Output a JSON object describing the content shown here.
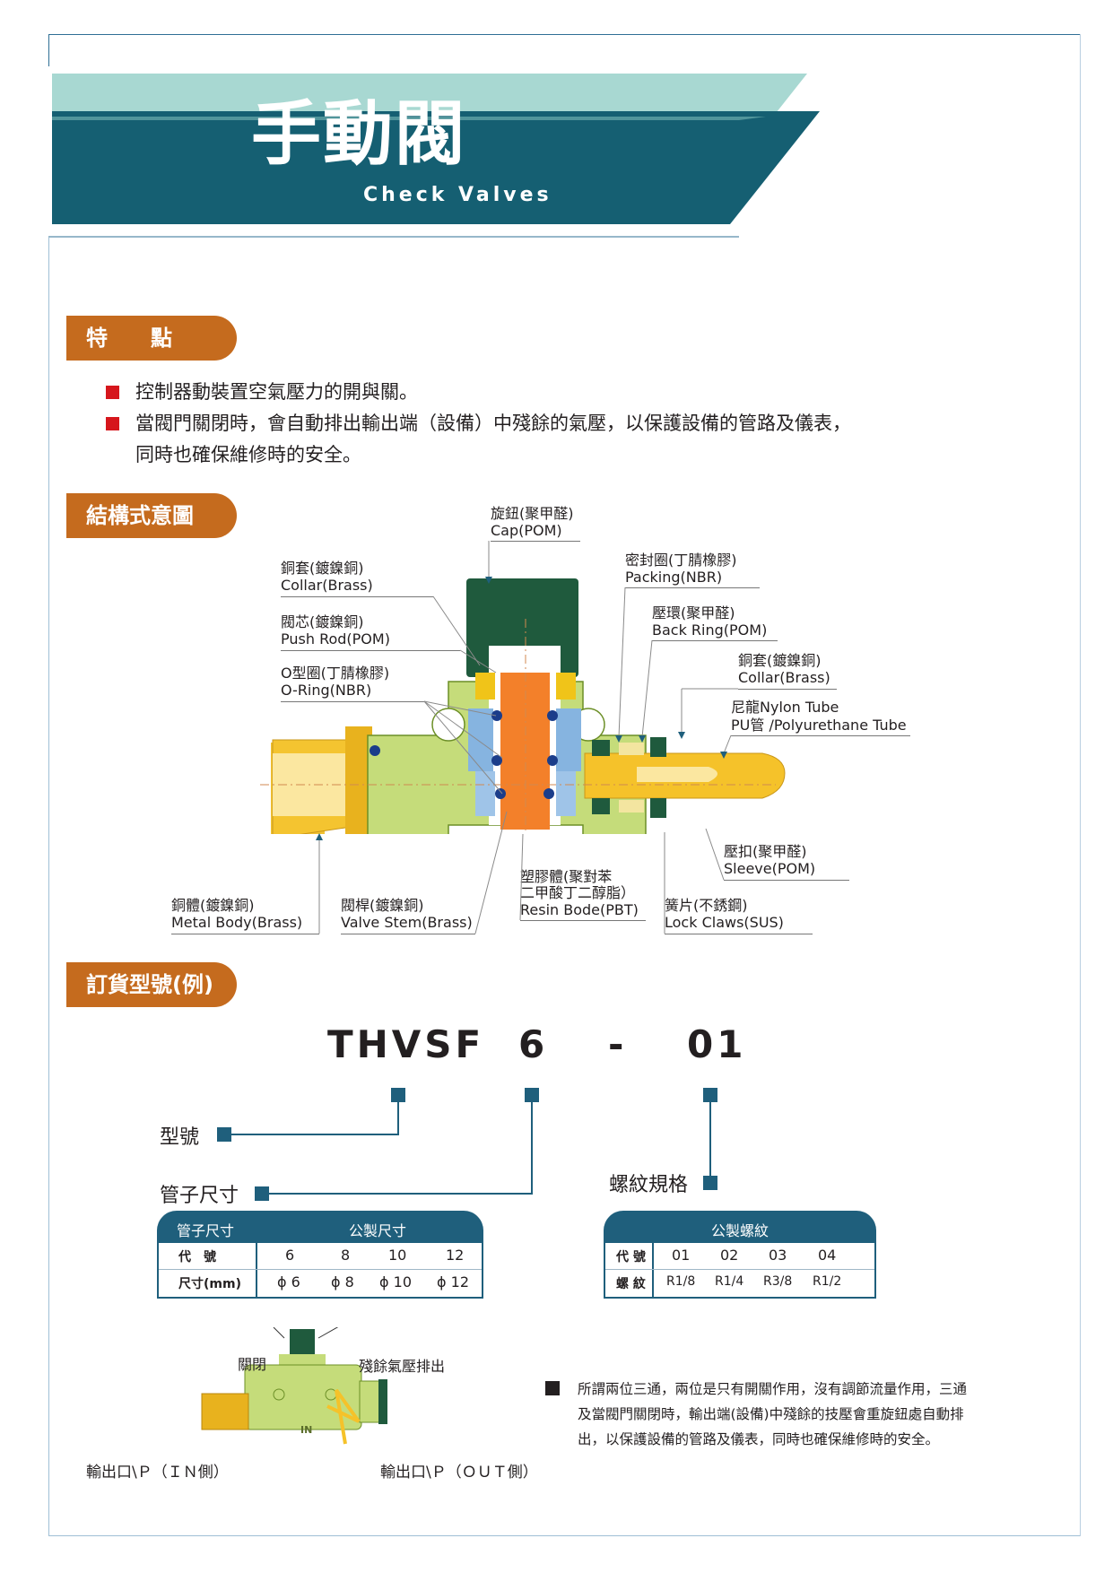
{
  "header": {
    "title_zh": "手動閥",
    "title_en": "Check Valves"
  },
  "features": {
    "heading": "特　　點",
    "items": [
      "控制器動裝置空氣壓力的開與關。",
      "當閥門關閉時，會自動排出輸出端（設備）中殘餘的氣壓，以保護設備的管路及儀表，",
      "同時也確保維修時的安全。"
    ]
  },
  "structure": {
    "heading": "結構式意圖",
    "labels": {
      "cap_zh": "旋鈕(聚甲醛)",
      "cap_en": "Cap(POM)",
      "collar1_zh": "銅套(鍍鎳銅)",
      "collar1_en": "Collar(Brass)",
      "pushrod_zh": "閥芯(鍍鎳銅)",
      "pushrod_en": "Push Rod(POM)",
      "oring_zh": "O型圈(丁腈橡膠)",
      "oring_en": "O-Ring(NBR)",
      "packing_zh": "密封圈(丁腈橡膠)",
      "packing_en": "Packing(NBR)",
      "backring_zh": "壓環(聚甲醛)",
      "backring_en": "Back Ring(POM)",
      "collar2_zh": "銅套(鍍鎳銅)",
      "collar2_en": "Collar(Brass)",
      "tube1": "尼龍Nylon Tube",
      "tube2": "PU管 /Polyurethane Tube",
      "sleeve_zh": "壓扣(聚甲醛)",
      "sleeve_en": "Sleeve(POM)",
      "metalbody_zh": "銅體(鍍鎳銅)",
      "metalbody_en": "Metal Body(Brass)",
      "stem_zh": "閥桿(鍍鎳銅)",
      "stem_en": "Valve Stem(Brass)",
      "resin_zh1": "塑膠體(聚對苯",
      "resin_zh2": "二甲酸丁二醇脂）",
      "resin_en": "Resin Bode(PBT)",
      "claws_zh": "簧片(不銹鋼)",
      "claws_en": "Lock Claws(SUS)"
    }
  },
  "order": {
    "heading": "訂貨型號(例)",
    "code": {
      "model": "THVSF",
      "size": "6",
      "dash": "-",
      "thread": "01"
    },
    "label_model": "型號",
    "label_size": "管子尺寸",
    "label_thread": "螺紋規格",
    "size_table": {
      "head_left": "管子尺寸",
      "head_right": "公製尺寸",
      "row1_label": "代　號",
      "row2_label": "尺寸(mm)",
      "codes": [
        "6",
        "8",
        "10",
        "12"
      ],
      "dims": [
        "ϕ 6",
        "ϕ 8",
        "ϕ 10",
        "ϕ 12"
      ]
    },
    "thread_table": {
      "head": "公製螺紋",
      "row1_label": "代 號",
      "row2_label": "螺 紋",
      "codes": [
        "01",
        "02",
        "03",
        "04"
      ],
      "specs": [
        "R1/8",
        "R1/4",
        "R3/8",
        "R1/2"
      ]
    }
  },
  "bottom": {
    "close_label": "關閉",
    "exhaust_label": "殘餘氣壓排出",
    "in_label": "輸出口\\Ｐ（ＩＮ側）",
    "out_label": "輸出口\\Ｐ（ＯＵＴ側）",
    "valve_in_mark": "IN",
    "note": [
      "所謂兩位三通，兩位是只有開關作用，沒有調節流量作用，三通",
      "及當閥門關閉時，輸出端(設備)中殘餘的技壓會重旋鈕處自動排",
      "出，以保護設備的管路及儀表，同時也確保維修時的安全。"
    ]
  },
  "colors": {
    "teal_dark": "#155f72",
    "teal_light": "#a8d8d2",
    "orange": "#c56b1e",
    "red_bullet": "#d6161c",
    "table_blue": "#1f5f7c"
  }
}
